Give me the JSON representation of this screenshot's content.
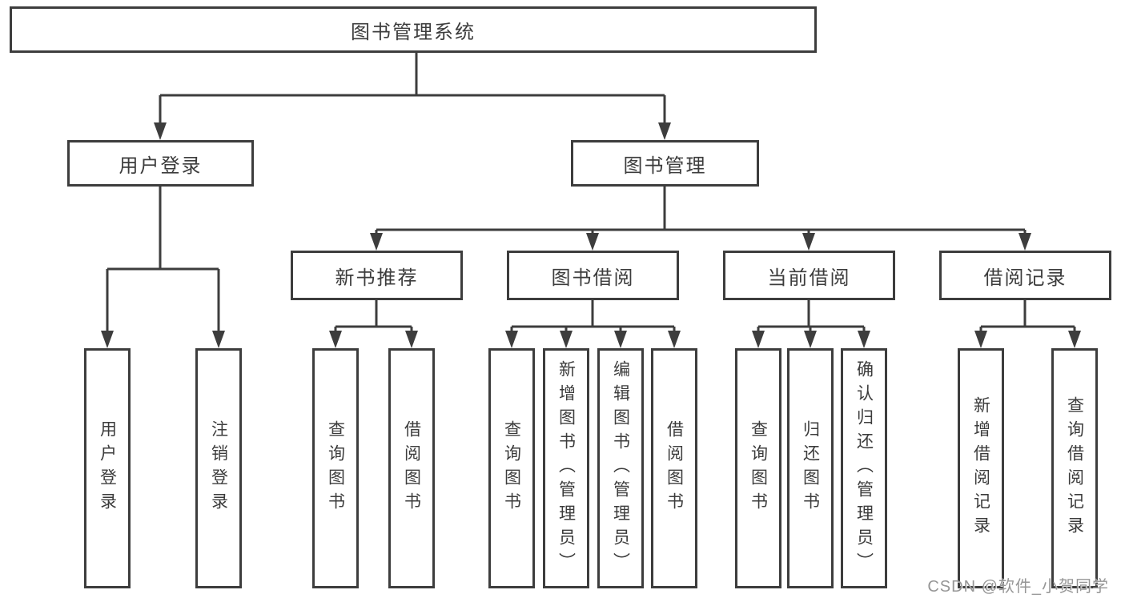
{
  "diagram": {
    "title": "图书管理系统",
    "level2": {
      "user_login": "用户登录",
      "book_mgmt": "图书管理"
    },
    "level3": {
      "new_book_rec": "新书推荐",
      "book_borrow": "图书借阅",
      "current_borrow": "当前借阅",
      "borrow_records": "借阅记录"
    },
    "leaves": {
      "user_login": "用户登录",
      "logout": "注销登录",
      "rec_query_book": "查询图书",
      "rec_borrow_book": "借阅图书",
      "bb_query_book": "查询图书",
      "bb_add_book": "新增图书（管理员）",
      "bb_edit_book": "编辑图书（管理员）",
      "bb_borrow_book": "借阅图书",
      "cb_query_book": "查询图书",
      "cb_return_book": "归还图书",
      "cb_confirm_return": "确认归还（管理员）",
      "br_add_record": "新增借阅记录",
      "br_query_record": "查询借阅记录"
    },
    "watermark": "CSDN @软件_小贺同学",
    "colors": {
      "line": "#3d3d3d",
      "text": "#3c3c3c",
      "watermark": "#969696",
      "background": "#ffffff"
    }
  }
}
